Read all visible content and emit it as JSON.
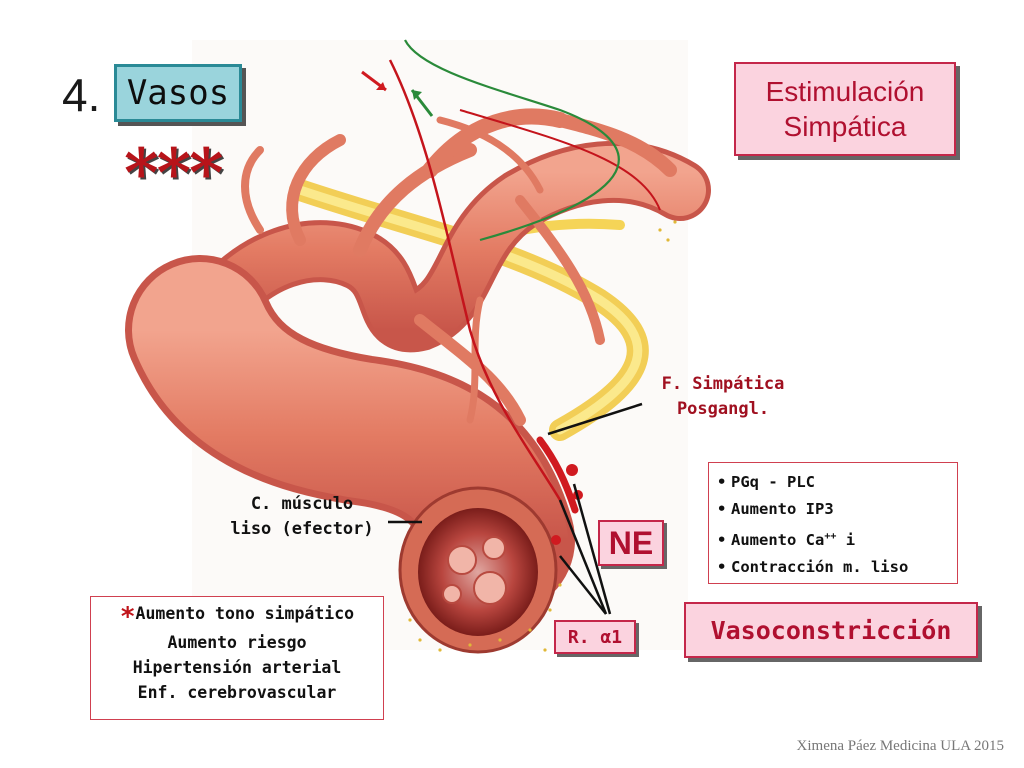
{
  "slide": {
    "number": "4.",
    "section_label": "Vasos",
    "stars": "***",
    "stimulus_label_line1": "Estimulación",
    "stimulus_label_line2": "Simpática",
    "fiber_label_line1": "F. Simpática",
    "fiber_label_line2": "Posgangl.",
    "mechanism": [
      "PGq - PLC",
      "Aumento IP3",
      "Aumento Ca",
      "Contracción m. liso"
    ],
    "mechanism_ca_superscript": "++",
    "mechanism_ca_suffix": " i",
    "effector_label_line1": "C. músculo",
    "effector_label_line2": "liso (efector)",
    "neurotransmitter": "NE",
    "effect": "Vasoconstricción",
    "receptor": "R. α1",
    "risk_star": "*",
    "risk_lines": [
      "Aumento tono simpático",
      "Aumento riesgo",
      "Hipertensión arterial",
      "Enf. cerebrovascular"
    ],
    "credit": "Ximena Páez Medicina ULA 2015"
  },
  "colors": {
    "accent_red": "#b01030",
    "pink_fill": "#fbd3df",
    "teal_fill": "#9ad4dc",
    "vessel": "#e8806a",
    "nerve": "#f3d24a"
  },
  "icons": [
    "blood-vessel-illustration",
    "nerve-fiber",
    "red-arrow-icon",
    "green-arrow-icon"
  ]
}
